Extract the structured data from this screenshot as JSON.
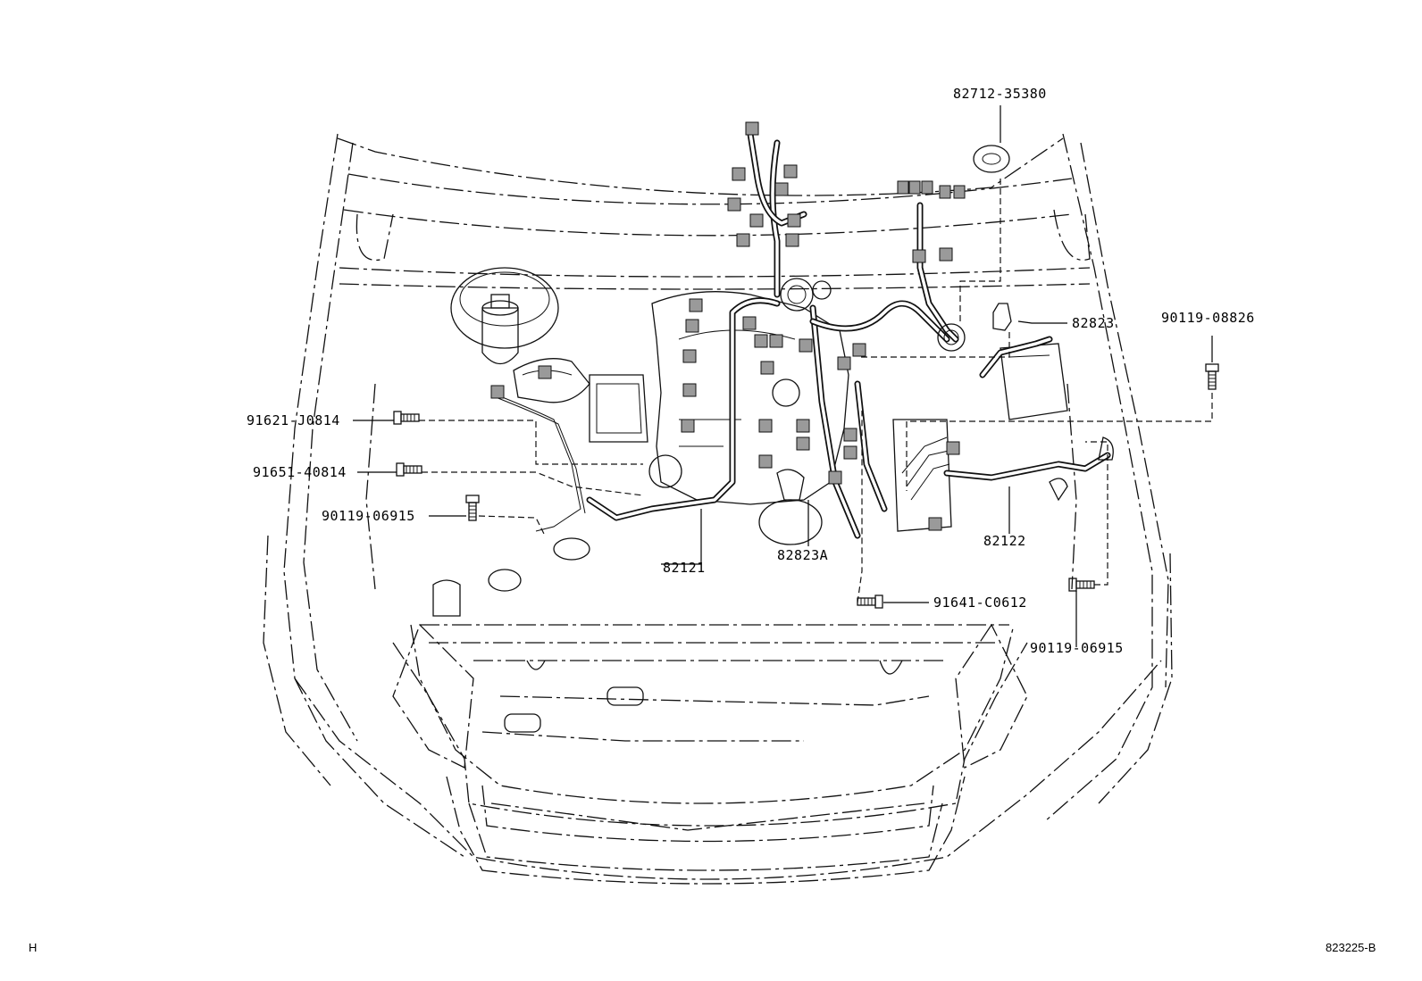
{
  "diagram": {
    "corner_left": "H",
    "figure_number": "823225-B"
  },
  "labels": {
    "p_82712_35380": "82712-35380",
    "p_82823": "82823",
    "p_90119_08826": "90119-08826",
    "p_91621_J0814": "91621-J0814",
    "p_91651_40814": "91651-40814",
    "p_90119_06915_left": "90119-06915",
    "p_82121": "82121",
    "p_82823A": "82823A",
    "p_82122": "82122",
    "p_91641_C0612": "91641-C0612",
    "p_90119_06915_right": "90119-06915"
  }
}
